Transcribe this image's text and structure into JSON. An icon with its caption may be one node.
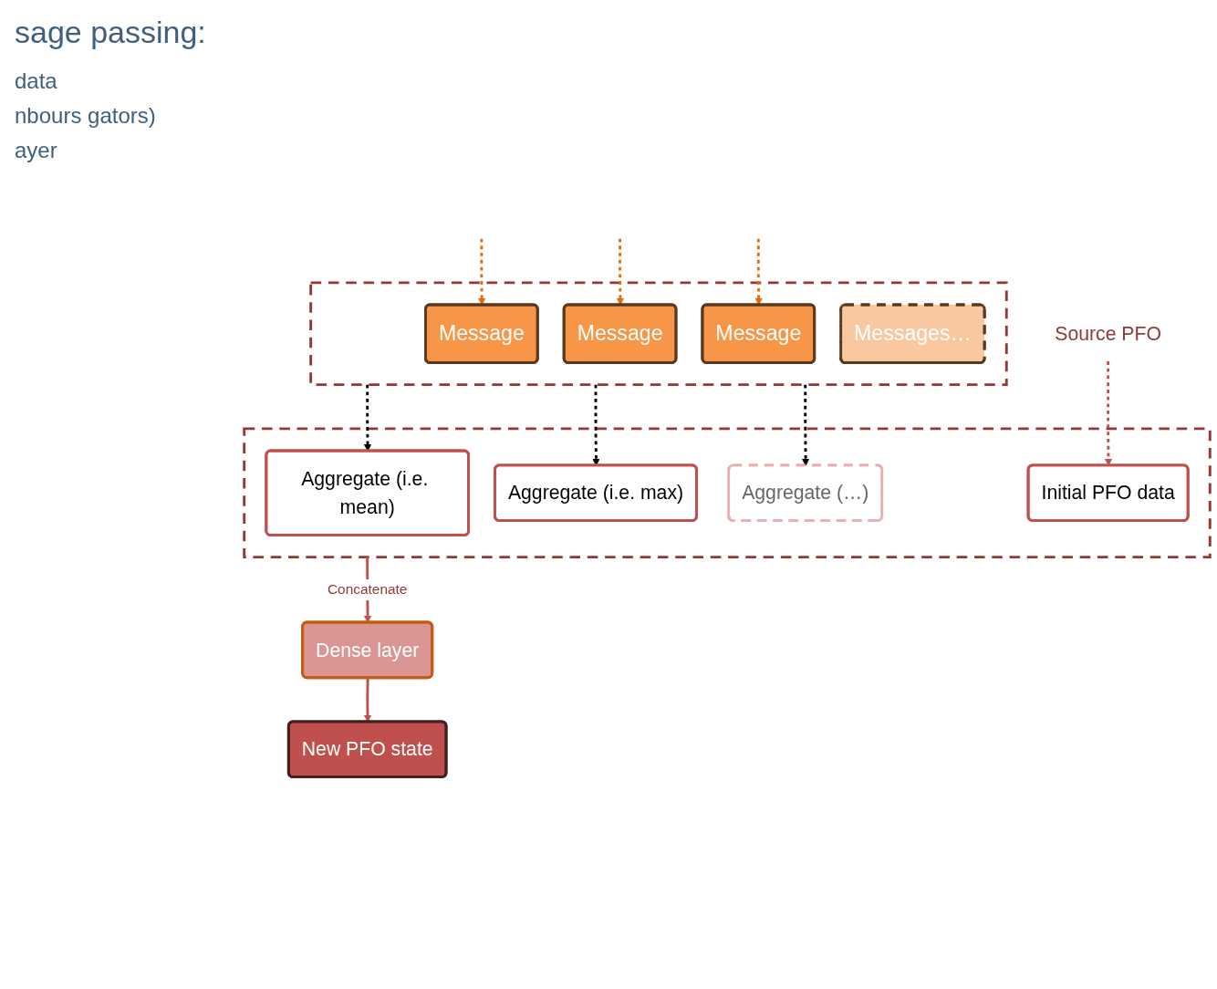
{
  "diagram": {
    "title": "sage passing:",
    "nodes": [
      {
        "text": [
          "Source PFO"
        ]
      },
      {
        "text": [],
        "shape": "box"
      },
      {
        "text": [
          "Message"
        ],
        "in": 1
      },
      {
        "text": [
          "Message"
        ],
        "in": 1
      },
      {
        "text": [
          "Message"
        ],
        "in": 1
      },
      {
        "text": [
          "Messages…"
        ],
        "in": 1
      },
      {
        "text": [],
        "shape": "box"
      },
      {
        "text": [
          "Aggregate (i.e. mean)"
        ],
        "in": 6
      },
      {
        "text": [
          "Aggregate (i.e. max)"
        ],
        "in": 6
      },
      {
        "text": [
          "Aggregate (…)"
        ],
        "in": 6
      },
      {
        "text": [
          "Initial PFO data"
        ],
        "in": 6
      },
      {
        "text": [
          "Dense layer"
        ]
      },
      {
        "text": [
          "New PFO state"
        ]
      }
    ],
    "edges": [
      {
        "from": 0,
        "to": 10,
        "arrow": "to",
        "style": "dashed",
        "color": "#c0504d"
      },
      {
        "from": null,
        "to": 2,
        "arrow": "to",
        "style": "dashed",
        "color": "#e46c0a"
      },
      {
        "from": null,
        "to": 3,
        "arrow": "to",
        "style": "dashed",
        "color": "#e46c0a"
      },
      {
        "from": null,
        "to": 4,
        "arrow": "to",
        "style": "dashed",
        "color": "#e46c0a"
      },
      {
        "from": 1,
        "to": 7,
        "arrow": "to",
        "style": "dashed",
        "color": "#000000"
      },
      {
        "from": 1,
        "to": 8,
        "arrow": "to",
        "style": "dashed",
        "color": "#000000"
      },
      {
        "from": 1,
        "to": 9,
        "arrow": "to",
        "style": "dashed",
        "color": "#000000"
      },
      {
        "from": 6,
        "to": 11,
        "arrow": "to",
        "label": "Concatenate"
      },
      {
        "from": 11,
        "to": 12,
        "arrow": "to"
      }
    ],
    "labels": [
      "data",
      "nbours gators)",
      "ayer"
    ]
  }
}
